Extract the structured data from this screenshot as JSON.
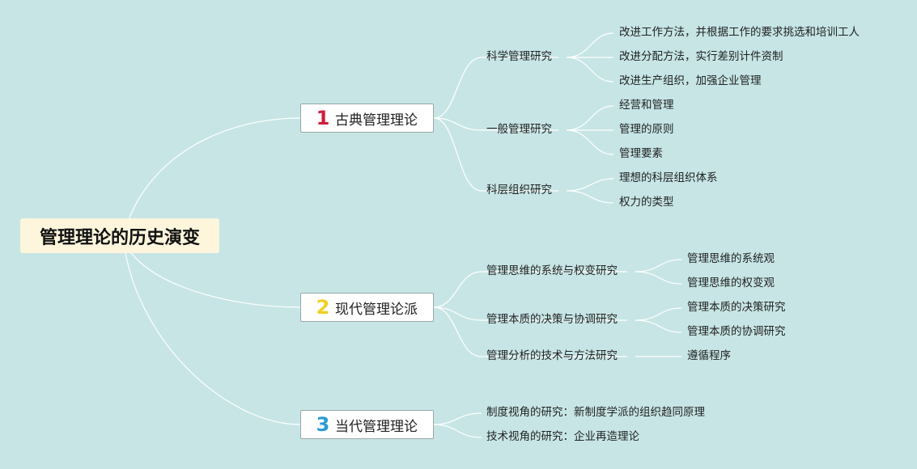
{
  "root": {
    "label": "管理理论的历史演变"
  },
  "colors": {
    "background": "#c7e5e5",
    "root_fill": "#fdf6dc",
    "connector": "#ffffff",
    "num1": "#d0203a",
    "num2": "#f2cf22",
    "num3": "#2a9bd4"
  },
  "branches": [
    {
      "number": "1",
      "label": "古典管理理论",
      "children": [
        {
          "label": "科学管理研究",
          "children": [
            "改进工作方法，并根据工作的要求挑选和培训工人",
            "改进分配方法，实行差别计件资制",
            "改进生产组织，加强企业管理"
          ]
        },
        {
          "label": "一般管理研究",
          "children": [
            "经营和管理",
            "管理的原则",
            "管理要素"
          ]
        },
        {
          "label": "科层组织研究",
          "children": [
            "理想的科层组织体系",
            "权力的类型"
          ]
        }
      ]
    },
    {
      "number": "2",
      "label": "现代管理论派",
      "children": [
        {
          "label": "管理思维的系统与权变研究",
          "children": [
            "管理思维的系统观",
            "管理思维的权变观"
          ]
        },
        {
          "label": "管理本质的决策与协调研究",
          "children": [
            "管理本质的决策研究",
            "管理本质的协调研究"
          ]
        },
        {
          "label": "管理分析的技术与方法研究",
          "children": [
            "遵循程序"
          ]
        }
      ]
    },
    {
      "number": "3",
      "label": "当代管理理论",
      "children": [
        {
          "label": "制度视角的研究：新制度学派的组织趋同原理"
        },
        {
          "label": "技术视角的研究：企业再造理论"
        }
      ]
    }
  ]
}
